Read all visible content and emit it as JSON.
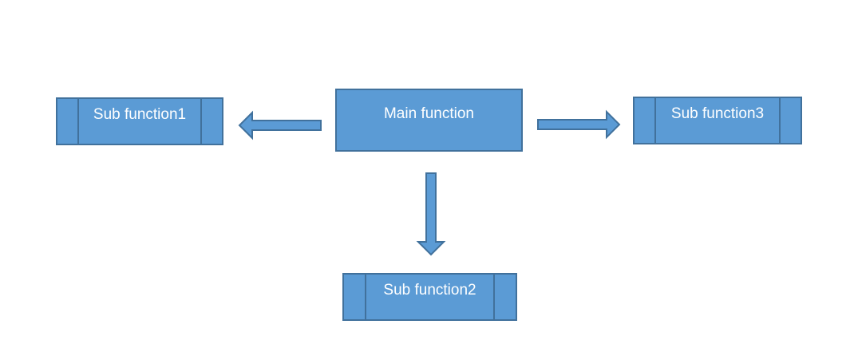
{
  "diagram": {
    "main": {
      "label": "Main function"
    },
    "subs": [
      {
        "label": "Sub function1"
      },
      {
        "label": "Sub function2"
      },
      {
        "label": "Sub function3"
      }
    ]
  },
  "colors": {
    "box_fill": "#5b9bd5",
    "box_border": "#41719c",
    "text": "#ffffff",
    "background": "#ffffff"
  }
}
